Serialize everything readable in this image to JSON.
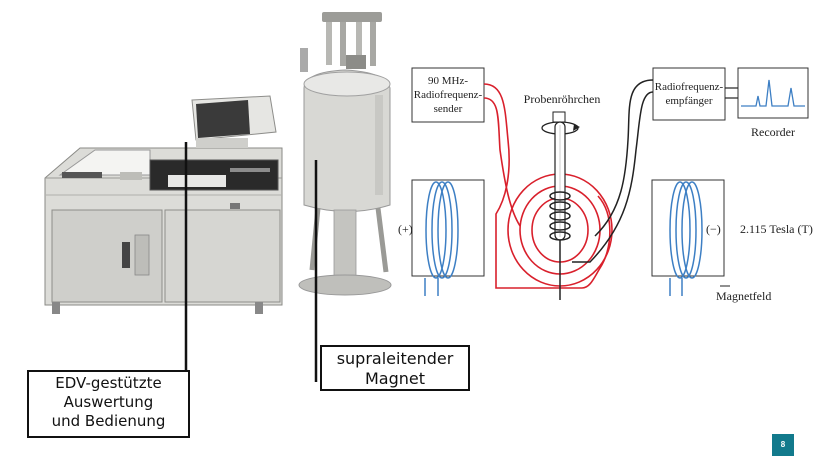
{
  "diagram": {
    "sender_label": [
      "90 MHz-",
      "Radiofrequenz-",
      "sender"
    ],
    "tube_label": "Probenröhrchen",
    "receiver_label": [
      "Radiofrequenz-",
      "empfänger"
    ],
    "recorder_label": "Recorder",
    "pole_left": "(+)",
    "pole_right": "(−)",
    "field_strength": "2.115 Tesla (T)",
    "field_label": "Magnetfeld"
  },
  "callouts": {
    "computer": [
      "EDV-gestützte",
      "Auswertung",
      "und Bedienung"
    ],
    "magnet": [
      "supraleitender",
      "Magnet"
    ]
  },
  "page_number": "8",
  "colors": {
    "coil_red": "#d9202c",
    "field_blue": "#3d7fc4",
    "accent": "#127a8c"
  }
}
